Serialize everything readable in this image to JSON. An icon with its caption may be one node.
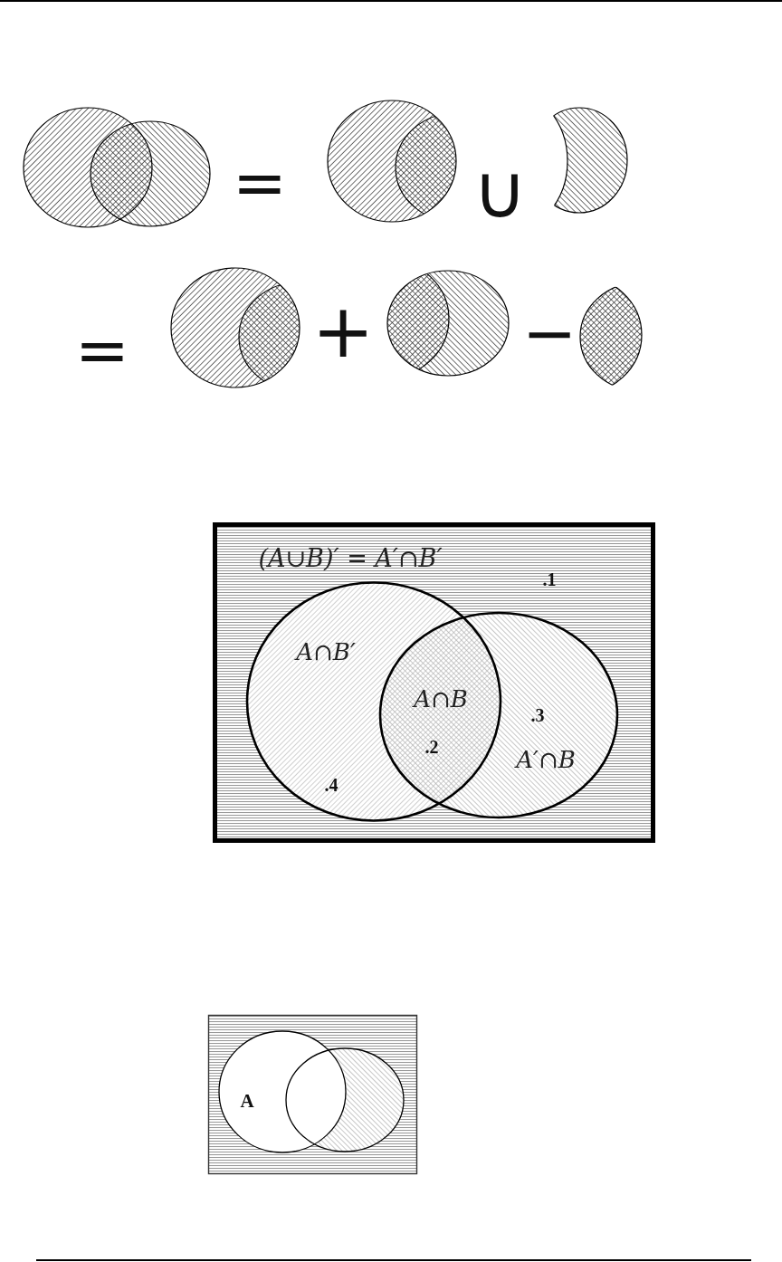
{
  "diagram": {
    "labels": [
      "=",
      "∪",
      "=",
      "+",
      "−",
      "(A∪B)′ = A′∩B′",
      ".1",
      "A∩B′",
      "A∩B",
      ".3",
      ".2",
      "A′∩B",
      ".4",
      "A"
    ]
  }
}
